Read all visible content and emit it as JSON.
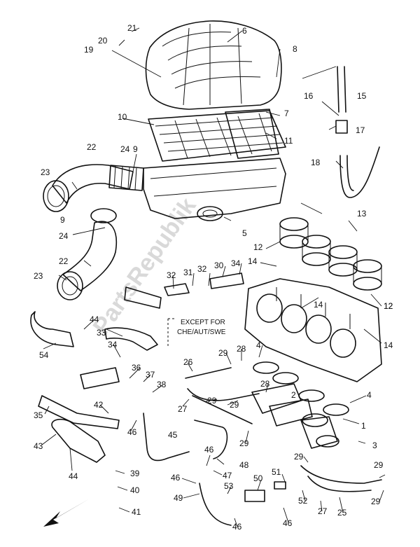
{
  "watermark": "PartsRepublik",
  "note": {
    "line1": "EXCEPT FOR",
    "line2": "CHE/AUT/SWE"
  },
  "callouts": [
    {
      "label": "21"
    },
    {
      "label": "20"
    },
    {
      "label": "19"
    },
    {
      "label": "6"
    },
    {
      "label": "8"
    },
    {
      "label": "16"
    },
    {
      "label": "15"
    },
    {
      "label": "7"
    },
    {
      "label": "10"
    },
    {
      "label": "17"
    },
    {
      "label": "11"
    },
    {
      "label": "22"
    },
    {
      "label": "24"
    },
    {
      "label": "9"
    },
    {
      "label": "18"
    },
    {
      "label": "23"
    },
    {
      "label": "13"
    },
    {
      "label": "9"
    },
    {
      "label": "5"
    },
    {
      "label": "24"
    },
    {
      "label": "12"
    },
    {
      "label": "22"
    },
    {
      "label": "14"
    },
    {
      "label": "12"
    },
    {
      "label": "23"
    },
    {
      "label": "32"
    },
    {
      "label": "31"
    },
    {
      "label": "32"
    },
    {
      "label": "30"
    },
    {
      "label": "34"
    },
    {
      "label": "14"
    },
    {
      "label": "12"
    },
    {
      "label": "44"
    },
    {
      "label": "33"
    },
    {
      "label": "14"
    },
    {
      "label": "54"
    },
    {
      "label": "34"
    },
    {
      "label": "29"
    },
    {
      "label": "28"
    },
    {
      "label": "4"
    },
    {
      "label": "26"
    },
    {
      "label": "36"
    },
    {
      "label": "37"
    },
    {
      "label": "38"
    },
    {
      "label": "28"
    },
    {
      "label": "2"
    },
    {
      "label": "4"
    },
    {
      "label": "29"
    },
    {
      "label": "29"
    },
    {
      "label": "27"
    },
    {
      "label": "42"
    },
    {
      "label": "35"
    },
    {
      "label": "46"
    },
    {
      "label": "45"
    },
    {
      "label": "1"
    },
    {
      "label": "43"
    },
    {
      "label": "29"
    },
    {
      "label": "3"
    },
    {
      "label": "46"
    },
    {
      "label": "29"
    },
    {
      "label": "48"
    },
    {
      "label": "44"
    },
    {
      "label": "39"
    },
    {
      "label": "47"
    },
    {
      "label": "51"
    },
    {
      "label": "29"
    },
    {
      "label": "46"
    },
    {
      "label": "50"
    },
    {
      "label": "40"
    },
    {
      "label": "53"
    },
    {
      "label": "52"
    },
    {
      "label": "27"
    },
    {
      "label": "25"
    },
    {
      "label": "29"
    },
    {
      "label": "49"
    },
    {
      "label": "41"
    },
    {
      "label": "46"
    },
    {
      "label": "46"
    }
  ]
}
